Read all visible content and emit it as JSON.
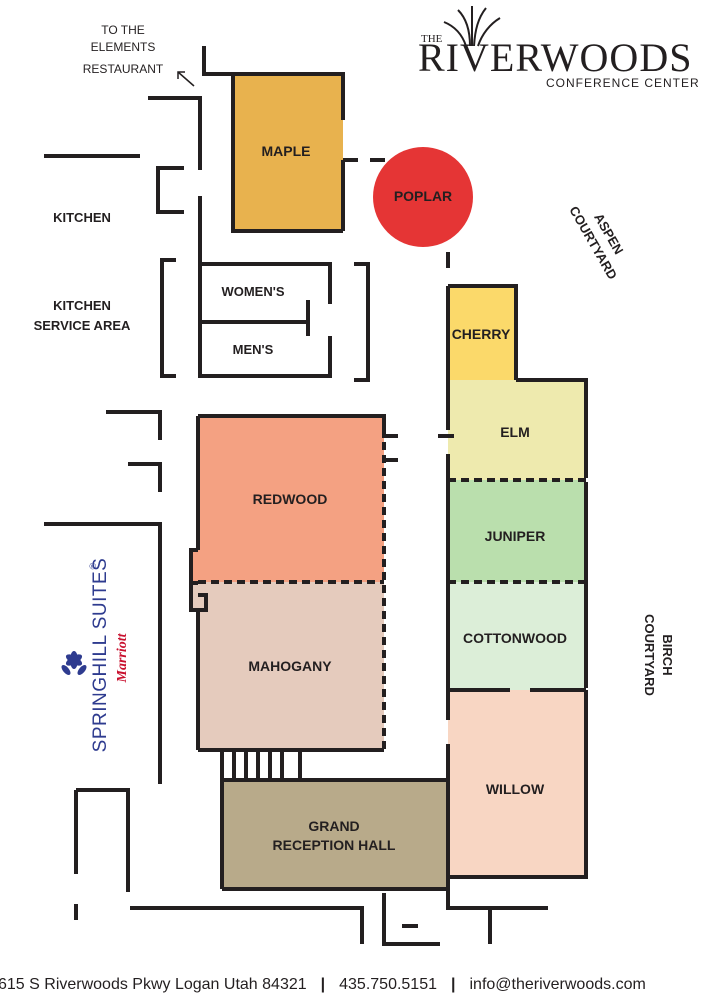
{
  "header": {
    "logo_small": "THE",
    "logo_name": "RIVERWOODS",
    "logo_sub": "CONFERENCE CENTER"
  },
  "directions": {
    "elements_line1": "TO THE",
    "elements_line2": "ELEMENTS",
    "elements_line3": "RESTAURANT"
  },
  "areas": {
    "kitchen": "KITCHEN",
    "kitchen_service_line1": "KITCHEN",
    "kitchen_service_line2": "SERVICE AREA",
    "womens": "WOMEN'S",
    "mens": "MEN'S",
    "aspen_line1": "ASPEN",
    "aspen_line2": "COURTYARD",
    "birch_line1": "BIRCH",
    "birch_line2": "COURTYARD"
  },
  "rooms": {
    "maple": "MAPLE",
    "poplar": "POPLAR",
    "cherry": "CHERRY",
    "elm": "ELM",
    "juniper": "JUNIPER",
    "cottonwood": "COTTONWOOD",
    "willow": "WILLOW",
    "redwood": "REDWOOD",
    "mahogany": "MAHOGANY",
    "grand_line1": "GRAND",
    "grand_line2": "RECEPTION HALL"
  },
  "hotel": {
    "brand": "SPRINGHILL SUITES",
    "registered": "®",
    "parent": "Marriott"
  },
  "footer": {
    "address": "615 S Riverwoods Pkwy Logan Utah 84321",
    "sep1": "|",
    "phone": "435.750.5151",
    "sep2": "|",
    "email": "info@theriverwoods.com"
  },
  "colors": {
    "maple": "#e8b24e",
    "poplar": "#e53535",
    "cherry": "#fbd96a",
    "elm": "#eeeaae",
    "juniper": "#badfad",
    "cottonwood": "#dceed8",
    "willow": "#f8d6c3",
    "redwood": "#f4a182",
    "mahogany": "#e5cbbd",
    "grand": "#b8aa8a",
    "hotel_blue": "#2e3b8f",
    "hotel_red": "#c8102e"
  }
}
